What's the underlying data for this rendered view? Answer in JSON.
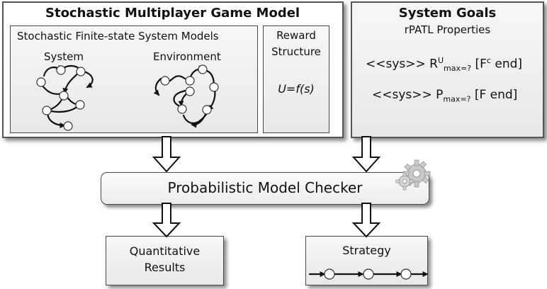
{
  "model": {
    "title": "Stochastic Multiplayer Game Model",
    "fsm_title": "Stochastic Finite-state System Models",
    "system_label": "System",
    "environment_label": "Environment",
    "reward": {
      "title_line1": "Reward",
      "title_line2": "Structure",
      "formula": "U=f(s)"
    }
  },
  "goals": {
    "title": "System Goals",
    "subtitle": "rPATL Properties",
    "property1": {
      "prefix": "<<sys>> R",
      "superscript": "U",
      "subscript": "max=?",
      "suffix_start": " [F",
      "suffix_superscript": "c",
      "suffix_end": " end]"
    },
    "property2": {
      "prefix": "<<sys>> P",
      "subscript": "max=?",
      "suffix": " [F end]"
    }
  },
  "checker": {
    "label": "Probabilistic Model Checker",
    "icon": "gears-icon"
  },
  "outputs": {
    "quantitative_line1": "Quantitative",
    "quantitative_line2": "Results",
    "strategy": "Strategy"
  }
}
